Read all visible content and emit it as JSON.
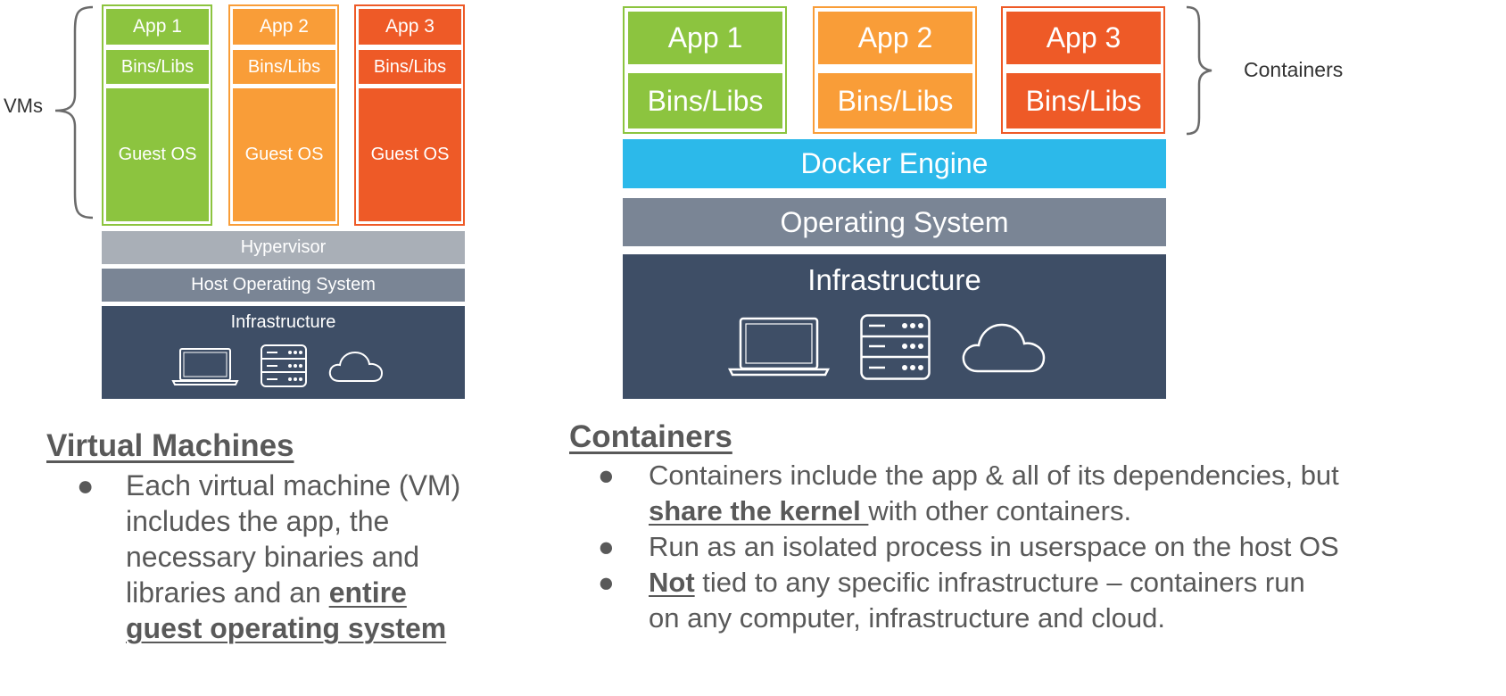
{
  "colors": {
    "app1": "#8cc43f",
    "app2": "#f99d38",
    "app3": "#ee5a27",
    "hypervisor": "#a9afb7",
    "host_os": "#7a8595",
    "infrastructure": "#3e4e66",
    "docker": "#2cb9ea",
    "text": "#595959"
  },
  "vm_diagram": {
    "brace_label": "VMs",
    "stacks": [
      {
        "app": "App 1",
        "bins": "Bins/Libs",
        "guest": "Guest OS",
        "color": "app1"
      },
      {
        "app": "App 2",
        "bins": "Bins/Libs",
        "guest": "Guest OS",
        "color": "app2"
      },
      {
        "app": "App 3",
        "bins": "Bins/Libs",
        "guest": "Guest OS",
        "color": "app3"
      }
    ],
    "hypervisor": "Hypervisor",
    "host_os": "Host Operating System",
    "infrastructure": "Infrastructure",
    "icons": [
      "laptop-icon",
      "server-icon",
      "cloud-icon"
    ]
  },
  "container_diagram": {
    "brace_label": "Containers",
    "stacks": [
      {
        "app": "App 1",
        "bins": "Bins/Libs",
        "color": "app1"
      },
      {
        "app": "App 2",
        "bins": "Bins/Libs",
        "color": "app2"
      },
      {
        "app": "App 3",
        "bins": "Bins/Libs",
        "color": "app3"
      }
    ],
    "docker_engine": "Docker Engine",
    "operating_system": "Operating System",
    "infrastructure": "Infrastructure",
    "icons": [
      "laptop-icon",
      "server-icon",
      "cloud-icon"
    ]
  },
  "vm_section": {
    "title": "Virtual Machines",
    "bullet": {
      "lines": [
        "Each virtual machine (VM)",
        "includes the app, the",
        "necessary binaries and"
      ],
      "line4_prefix": "libraries and an ",
      "line4_emph": "entire",
      "line5_emph": "guest operating system"
    }
  },
  "container_section": {
    "title": "Containers",
    "bullets": [
      {
        "line1": "Containers include the app & all of its dependencies, but",
        "emph": "share the kernel ",
        "rest": "with other containers."
      },
      {
        "text": "Run as an isolated process in userspace on the host OS"
      },
      {
        "emph": "Not",
        "rest1": " tied to any specific infrastructure – containers run",
        "line2": "on any computer, infrastructure and cloud."
      }
    ]
  }
}
